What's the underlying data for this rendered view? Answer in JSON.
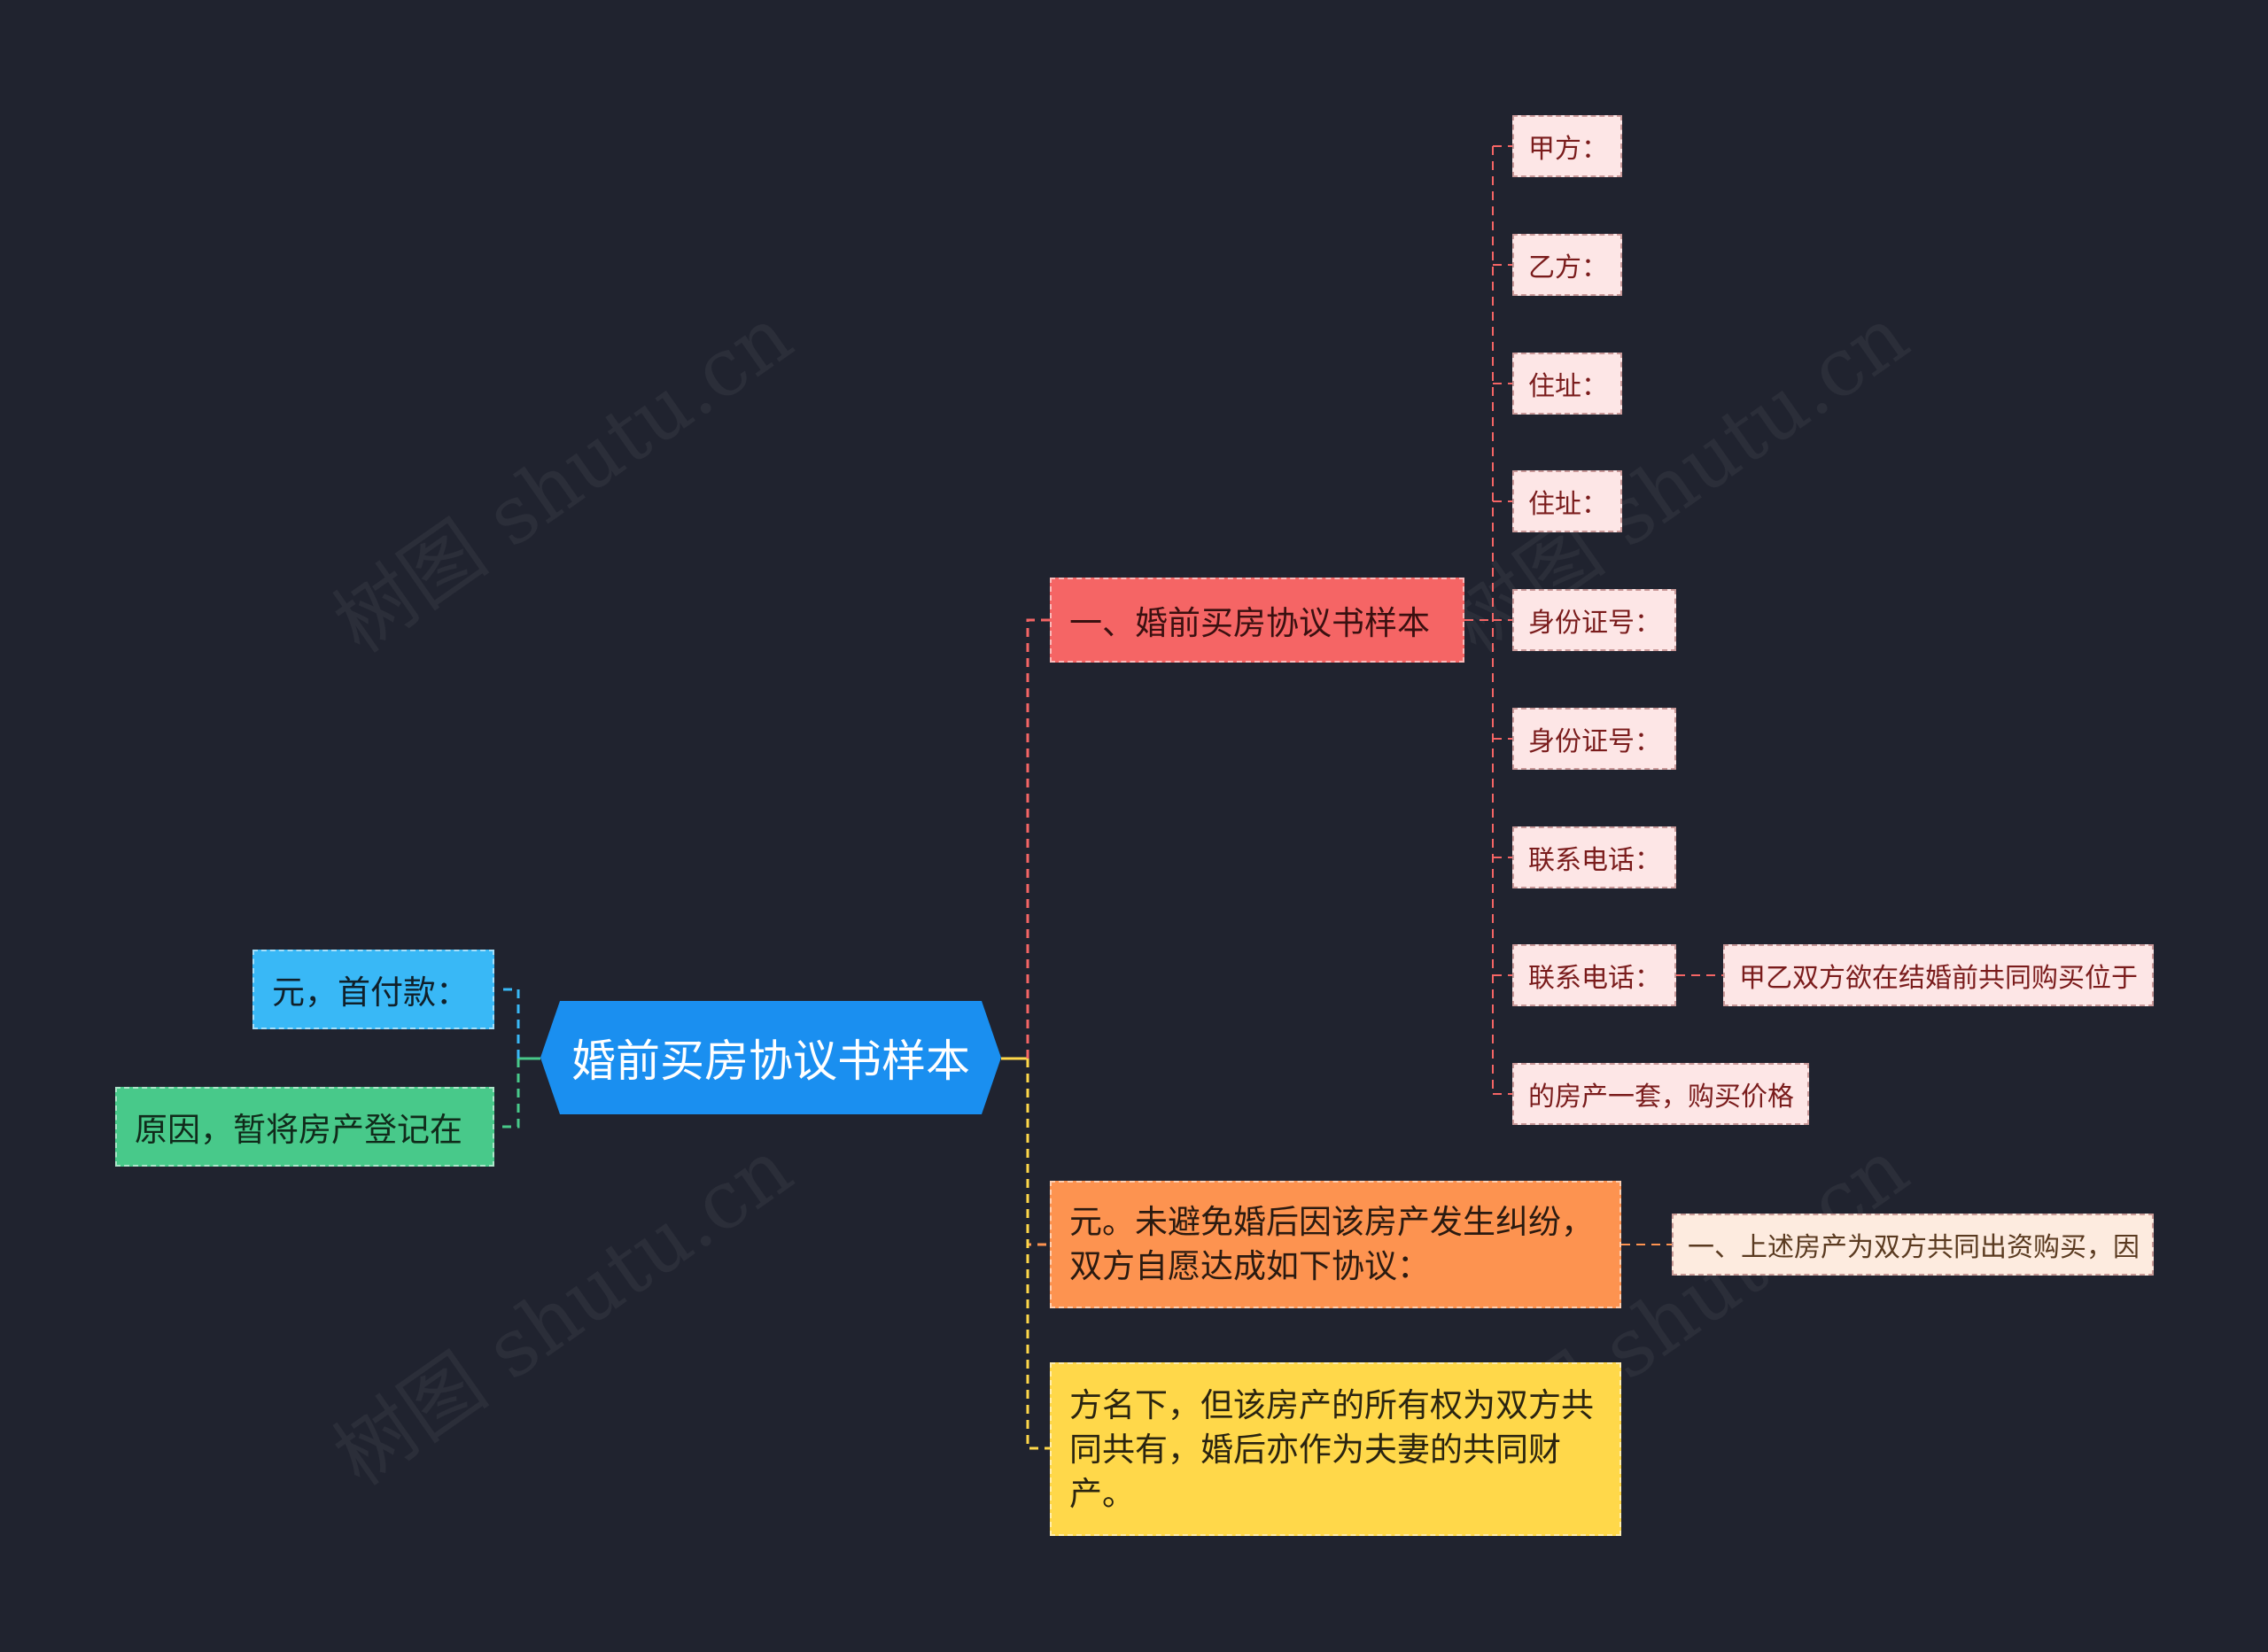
{
  "root": {
    "label": "婚前买房协议书样本"
  },
  "branches": {
    "b1": {
      "label": "一、婚前买房协议书样本"
    },
    "b2": {
      "label": "元。未避免婚后因该房产发生纠纷，双方自愿达成如下协议："
    },
    "b3": {
      "label": "方名下，但该房产的所有权为双方共同共有，婚后亦作为夫妻的共同财产。"
    },
    "left1": {
      "label": "元，首付款："
    },
    "left2": {
      "label": "原因，暂将房产登记在"
    }
  },
  "leaves": [
    {
      "label": "甲方："
    },
    {
      "label": "乙方："
    },
    {
      "label": "住址："
    },
    {
      "label": "住址："
    },
    {
      "label": "身份证号："
    },
    {
      "label": "身份证号："
    },
    {
      "label": "联系电话："
    },
    {
      "label": "联系电话："
    },
    {
      "label": "的房产一套，购买价格"
    }
  ],
  "subleaves": {
    "s1": {
      "label": "甲乙双方欲在结婚前共同购买位于"
    },
    "s2": {
      "label": "一、上述房产为双方共同出资购买，因"
    }
  },
  "watermark": "树图 shutu.cn",
  "colors": {
    "background": "#20232f",
    "root": "#1a8ff0",
    "red": "#f56565",
    "orange": "#fd9350",
    "yellow": "#ffd84a",
    "blue": "#39b8f6",
    "green": "#48c98a",
    "leaf": "#fde6e6"
  }
}
